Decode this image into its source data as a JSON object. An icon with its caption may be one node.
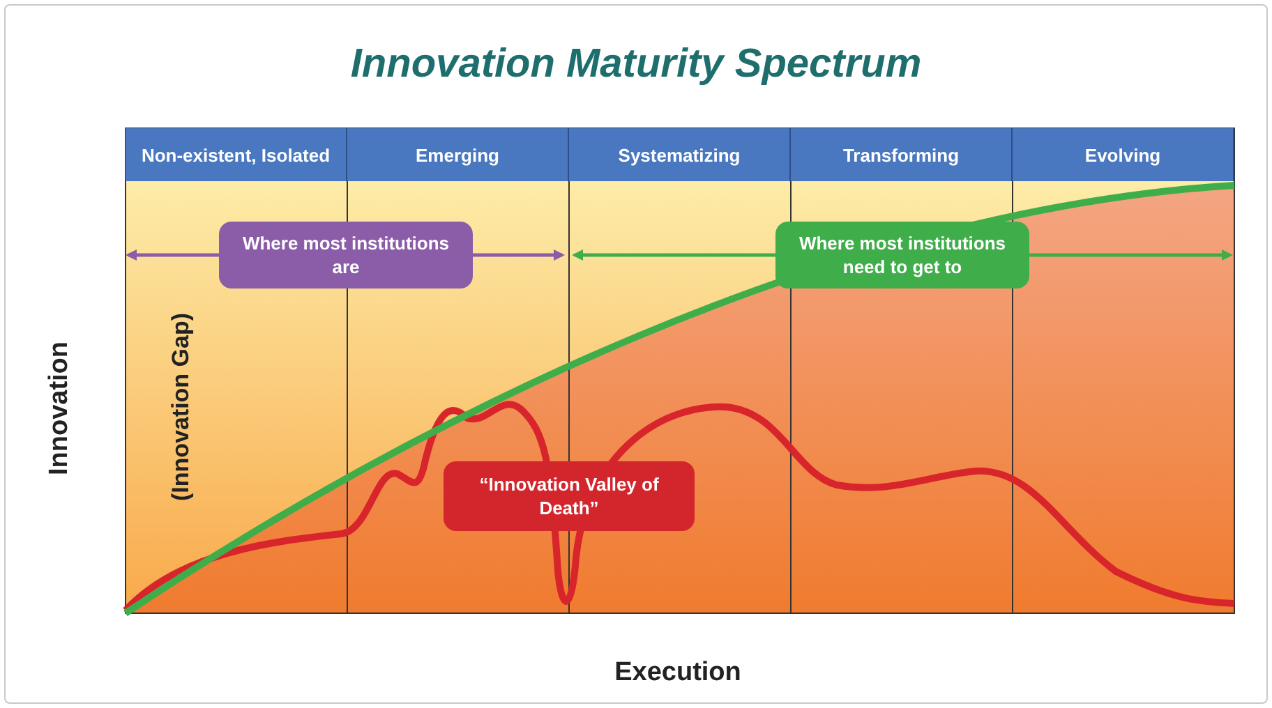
{
  "diagram": {
    "title": "Innovation Maturity Spectrum",
    "nodes": [
      {
        "text": [
          "Non-existent, Isolated"
        ]
      },
      {
        "text": [
          "Emerging"
        ]
      },
      {
        "text": [
          "Systematizing"
        ]
      },
      {
        "text": [
          "Transforming"
        ]
      },
      {
        "text": [
          "Evolving"
        ]
      },
      {
        "text": [
          "Where most institutions are"
        ]
      },
      {
        "text": [
          "Where most institutions need to get to"
        ]
      },
      {
        "text": [
          "“Innovation Valley of Death”"
        ]
      }
    ],
    "labels": [
      "Innovation",
      "(Innovation Gap)",
      "Execution"
    ]
  }
}
